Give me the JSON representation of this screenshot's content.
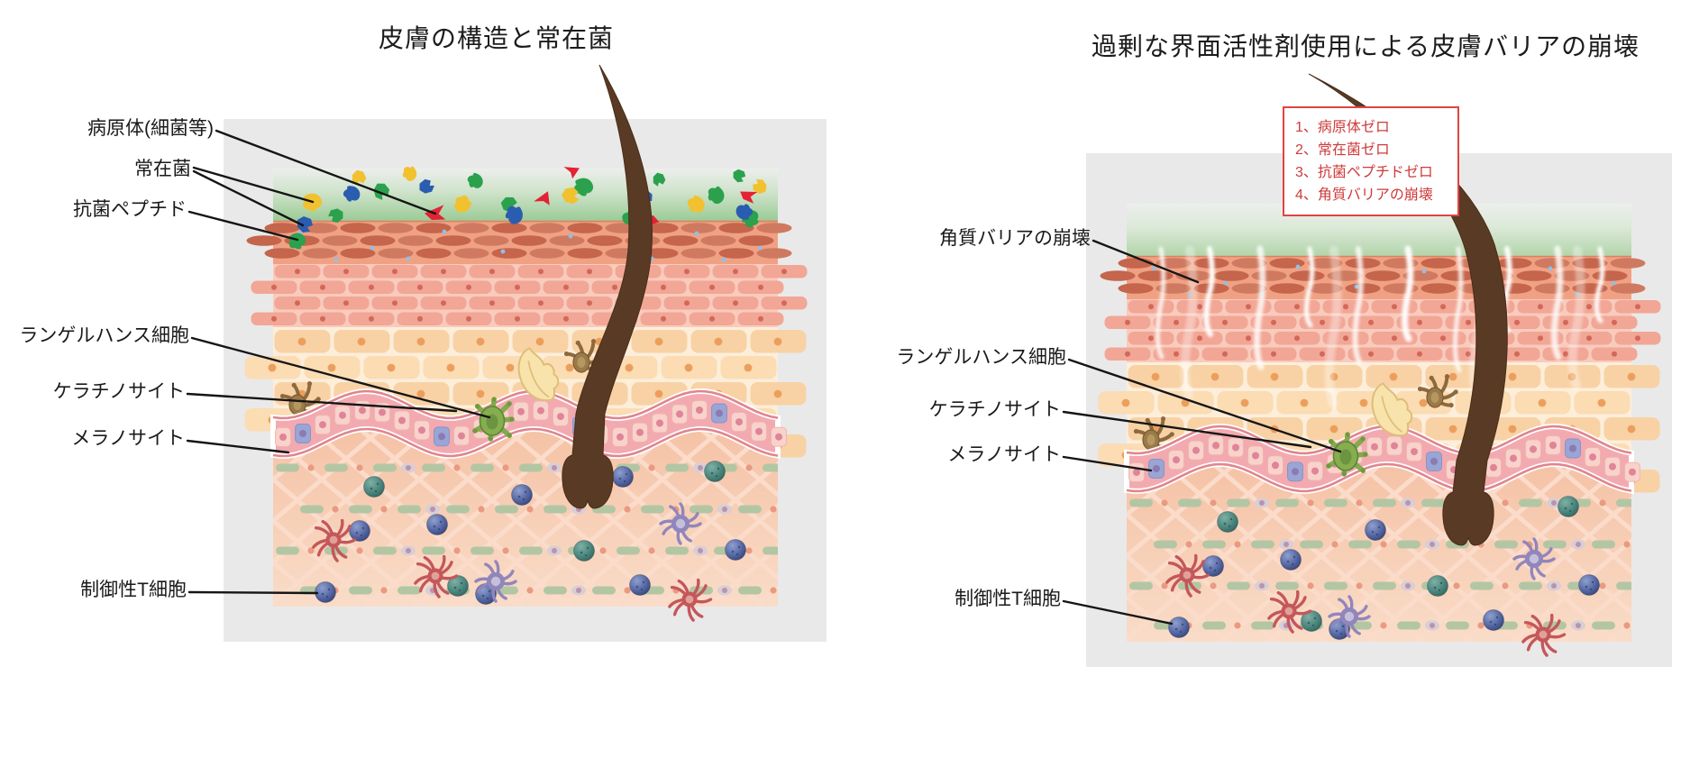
{
  "diagram_left": {
    "title": "皮膚の構造と常在菌",
    "labels": [
      {
        "id": "pathogen",
        "text": "病原体(細菌等)"
      },
      {
        "id": "resident-bacteria",
        "text": "常在菌"
      },
      {
        "id": "antimicrobial-peptide",
        "text": "抗菌ペプチド"
      },
      {
        "id": "langerhans-cell",
        "text": "ランゲルハンス細胞"
      },
      {
        "id": "keratinocyte",
        "text": "ケラチノサイト"
      },
      {
        "id": "melanocyte",
        "text": "メラノサイト"
      },
      {
        "id": "regulatory-t-cell",
        "text": "制御性T細胞"
      }
    ]
  },
  "diagram_right": {
    "title": "過剰な界面活性剤使用による皮膚バリアの崩壊",
    "alert": {
      "items": [
        "1、病原体ゼロ",
        "2、常在菌ゼロ",
        "3、抗菌ペプチドゼロ",
        "4、角質バリアの崩壊"
      ]
    },
    "labels": [
      {
        "id": "stratum-barrier-collapse",
        "text": "角質バリアの崩壊"
      },
      {
        "id": "langerhans-cell",
        "text": "ランゲルハンス細胞"
      },
      {
        "id": "keratinocyte",
        "text": "ケラチノサイト"
      },
      {
        "id": "melanocyte",
        "text": "メラノサイト"
      },
      {
        "id": "regulatory-t-cell",
        "text": "制御性T細胞"
      }
    ]
  },
  "colors": {
    "panel_bg": "#e9e9e9",
    "alert_border": "#e04343",
    "alert_text": "#cf3b3b",
    "leader_line": "#151515",
    "microbe_green": "#2ba14d",
    "microbe_yellow": "#f1c12f",
    "microbe_blue": "#2a5cb0",
    "microbe_red": "#e32233",
    "hair_brown": "#593a24"
  }
}
